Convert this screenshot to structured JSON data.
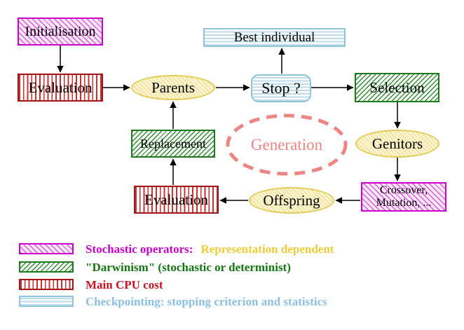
{
  "nodes": {
    "initialisation": {
      "label": "Initialisation"
    },
    "evaluation_top": {
      "label": "Evaluation"
    },
    "parents": {
      "label": "Parents"
    },
    "best_individual": {
      "label": "Best individual"
    },
    "stop": {
      "label": "Stop ?"
    },
    "selection": {
      "label": "Selection"
    },
    "genitors": {
      "label": "Genitors"
    },
    "crossover_mutation": {
      "label_line1": "Crossover,",
      "label_line2": "Mutation, ..."
    },
    "offspring": {
      "label": "Offspring"
    },
    "evaluation_bottom": {
      "label": "Evaluation"
    },
    "replacement": {
      "label": "Replacement"
    },
    "generation": {
      "label": "Generation"
    }
  },
  "legend": {
    "items": [
      {
        "name": "stochastic-operators",
        "label": "Stochastic operators:",
        "suffix": "Representation dependent"
      },
      {
        "name": "darwinism",
        "label": "\"Darwinism\" (stochastic or determinist)",
        "suffix": ""
      },
      {
        "name": "main-cpu-cost",
        "label": "Main CPU cost",
        "suffix": ""
      },
      {
        "name": "checkpointing",
        "label": "Checkpointing: stopping criterion and statistics",
        "suffix": ""
      }
    ]
  },
  "colors": {
    "magenta_accent": "#cc00cc",
    "red_accent": "#a51414",
    "green_accent": "#1e7a1e",
    "cyan_accent": "#8fc3d8",
    "yellow_border": "#e2cc55",
    "salmon_accent": "#ee8484",
    "legend_yellow_text": "#eecc33",
    "legend_green_text": "#117711",
    "legend_red_text": "#cc1122",
    "legend_blue_text": "#8cc0e0"
  }
}
